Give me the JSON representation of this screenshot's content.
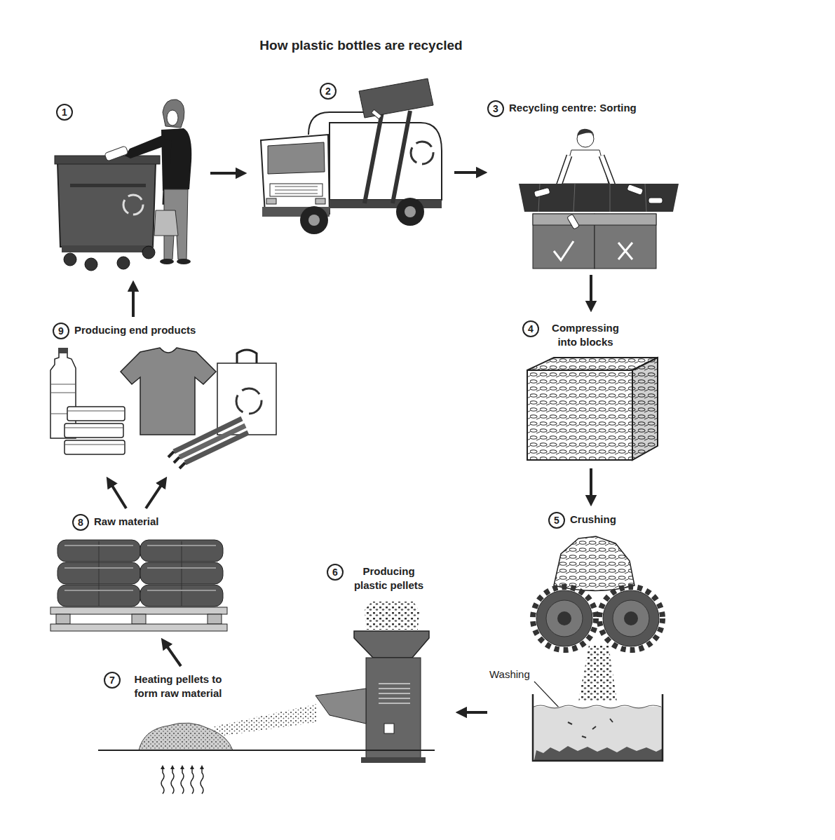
{
  "diagram": {
    "title": "How plastic bottles are recycled",
    "nodes": [
      {
        "text": [
          "1"
        ]
      },
      {
        "text": [
          "2"
        ]
      },
      {
        "text": [
          "3",
          "Recycling centre: Sorting"
        ]
      },
      {
        "text": [
          "4",
          "Compressing into blocks"
        ]
      },
      {
        "text": [
          "5",
          "Crushing"
        ]
      },
      {
        "text": [
          "6",
          "Producing plastic pellets"
        ]
      },
      {
        "text": [
          "7",
          "Heating pellets to form raw material"
        ]
      },
      {
        "text": [
          "8",
          "Raw material"
        ]
      },
      {
        "text": [
          "9",
          "Producing end products"
        ]
      }
    ],
    "edges": [
      {
        "from": 0,
        "to": 1,
        "arrow": "to"
      },
      {
        "from": 1,
        "to": 2,
        "arrow": "to"
      },
      {
        "from": 2,
        "to": 3,
        "arrow": "to"
      },
      {
        "from": 3,
        "to": 4,
        "arrow": "to"
      },
      {
        "from": 4,
        "to": 5,
        "arrow": "to"
      },
      {
        "from": 6,
        "to": 7,
        "arrow": "to"
      },
      {
        "from": 7,
        "to": 8,
        "arrow": "to"
      },
      {
        "from": 7,
        "to": 8,
        "arrow": "to"
      },
      {
        "from": 8,
        "to": 0,
        "arrow": "to"
      }
    ],
    "labels": [
      "Washing"
    ]
  }
}
